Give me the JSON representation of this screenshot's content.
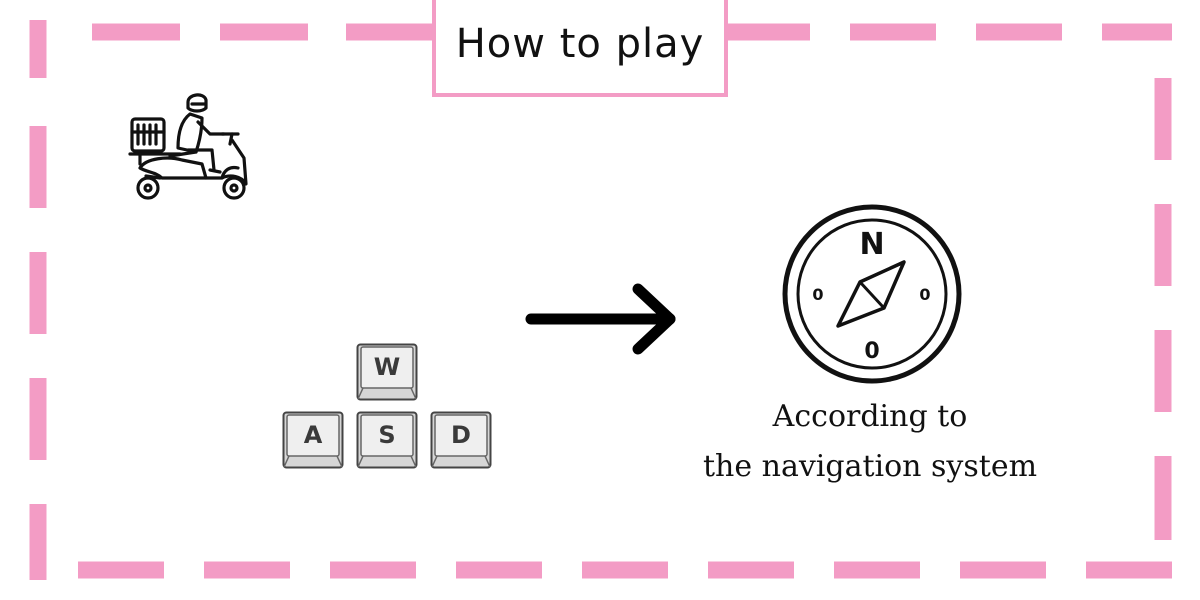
{
  "title": "How to play",
  "icons": {
    "player": "scooter-rider-icon",
    "direction_arrow": "arrow-right-icon",
    "compass": "compass-icon"
  },
  "keys": {
    "up": "W",
    "left": "A",
    "down": "S",
    "right": "D"
  },
  "compass": {
    "north": "N",
    "south": "0",
    "east": "0",
    "west": "0"
  },
  "instruction": {
    "line1": "According to",
    "line2": "the navigation system"
  },
  "colors": {
    "frame": "#f39cc5",
    "ink": "#111111",
    "key_face": "#ececec"
  }
}
